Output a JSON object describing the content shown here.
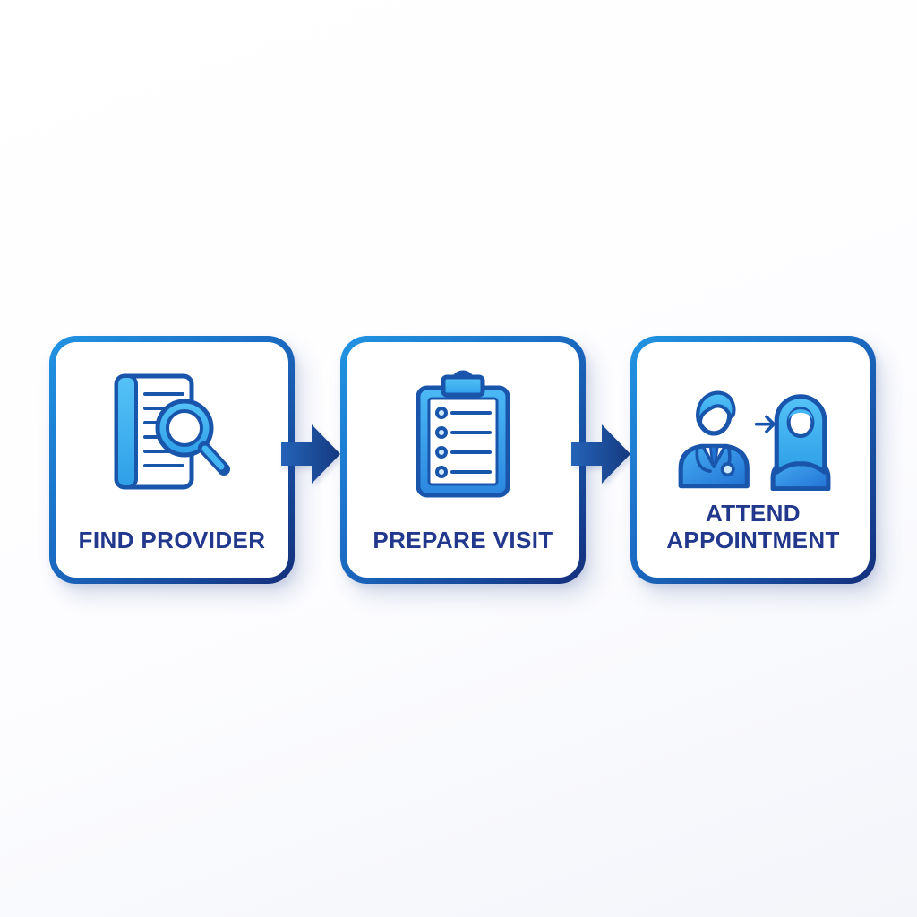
{
  "steps": [
    {
      "label": "FIND PROVIDER",
      "icon": "document-search-icon"
    },
    {
      "label": "PREPARE VISIT",
      "icon": "clipboard-checklist-icon"
    },
    {
      "label": "ATTEND\nAPPOINTMENT",
      "icon": "doctor-patient-icon"
    }
  ],
  "connectors": [
    {
      "name": "arrow-right-1",
      "direction": "right"
    },
    {
      "name": "arrow-right-2",
      "direction": "right"
    }
  ],
  "colors": {
    "icon_fill_light_blue": "#45b6f4",
    "icon_fill_light_blue_bright": "#55c3f7",
    "icon_outline_blue": "#1a55ac",
    "label_navy": "#22388c",
    "connector_arrow_navy_start": "#2563b8",
    "connector_arrow_navy_end": "#153a80",
    "card_border_gradient_start": "#2094e2",
    "card_border_gradient_end": "#142f7c",
    "card_background": "#ffffff",
    "canvas_background": "#fdfdff"
  }
}
